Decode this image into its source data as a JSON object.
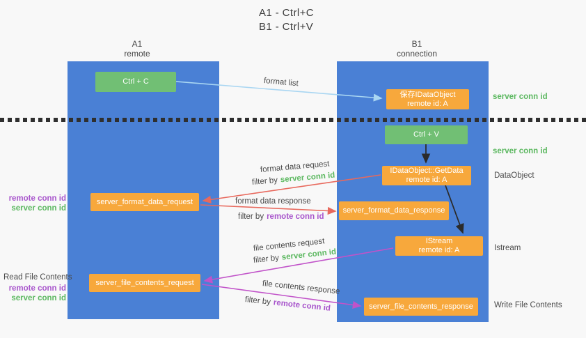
{
  "colors": {
    "background": "#f8f8f8",
    "panel_blue": "#4a80d5",
    "node_green": "#71bf74",
    "node_orange": "#f7a83c",
    "arrow_light_blue": "#a9d6f2",
    "arrow_red": "#e8695d",
    "arrow_magenta": "#c153c9",
    "arrow_black": "#2b2b2b",
    "label_green": "#5cb860",
    "label_purple": "#a855cc",
    "text_dark": "#4a4a4a"
  },
  "title": {
    "line1": "A1 - Ctrl+C",
    "line2": "B1 - Ctrl+V"
  },
  "lifelines": {
    "a": {
      "name": "A1",
      "role": "remote"
    },
    "b": {
      "name": "B1",
      "role": "connection"
    }
  },
  "nodes": {
    "ctrl_c": {
      "label": "Ctrl + C"
    },
    "ctrl_v": {
      "label": "Ctrl + V"
    },
    "save_idataobject": {
      "line1": "保存IDataObject",
      "line2": "remote id: A"
    },
    "getdata": {
      "line1": "IDataObject::GetData",
      "line2": "remote id: A"
    },
    "istream": {
      "line1": "IStream",
      "line2": "remote id: A"
    },
    "format_request": {
      "label": "server_format_data_request"
    },
    "format_response": {
      "label": "server_format_data_response"
    },
    "file_request": {
      "label": "server_file_contents_request"
    },
    "file_response": {
      "label": "server_file_contents_response"
    }
  },
  "arrows": {
    "format_list": {
      "label": "format list"
    },
    "format_data_request": {
      "label": "format data request",
      "filter_prefix": "filter by",
      "filter_key": "server conn id"
    },
    "format_data_response": {
      "label": "format data response",
      "filter_prefix": "filter by",
      "filter_key": "remote conn id"
    },
    "file_contents_request": {
      "label": "file contents request",
      "filter_prefix": "filter by",
      "filter_key": "server conn id"
    },
    "file_contents_response": {
      "label": "file contents response",
      "filter_prefix": "filter by",
      "filter_key": "remote conn id"
    }
  },
  "annotations": {
    "right": {
      "server_conn_id_top": "server conn id",
      "server_conn_id_mid": "server conn id",
      "dataobject": "DataObject",
      "istream": "Istream",
      "write_file_contents": "Write File Contents"
    },
    "left": {
      "format_remote": "remote conn id",
      "format_server": "server conn id",
      "read_file_contents": "Read File Contents",
      "file_remote": "remote conn id",
      "file_server": "server conn id"
    }
  }
}
